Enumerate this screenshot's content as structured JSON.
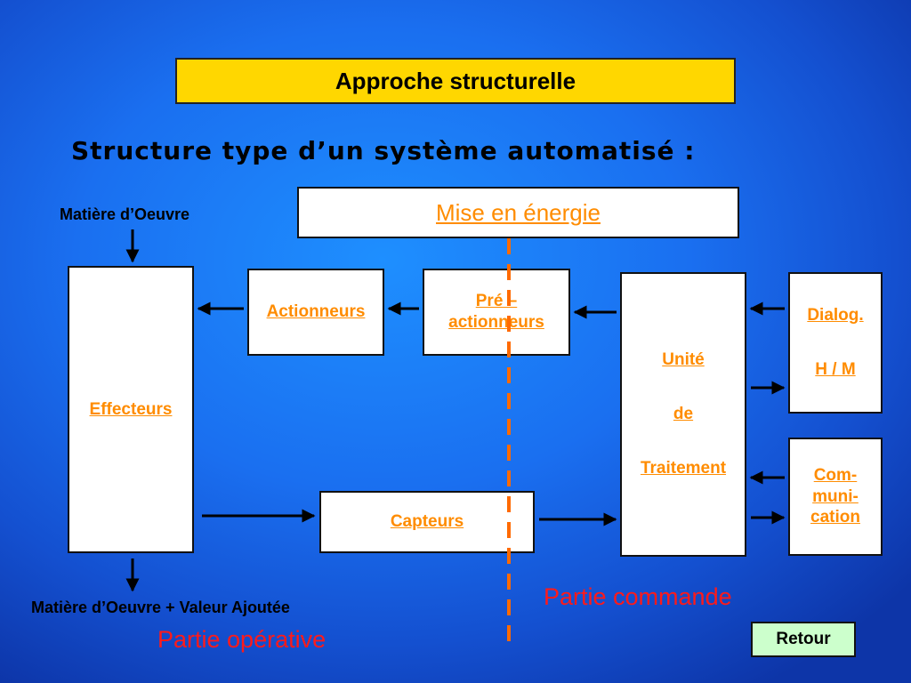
{
  "title": "Approche structurelle",
  "subtitle": "Structure type d’un système automatisé :",
  "input_label": "Matière d’Oeuvre",
  "output_label": "Matière d’Oeuvre + Valeur Ajoutée",
  "energy": "Mise en énergie",
  "effecteurs": "Effecteurs",
  "actionneurs": "Actionneurs",
  "pre_actionneurs": {
    "line1": "Pré –",
    "line2": "actionneurs"
  },
  "capteurs": "Capteurs",
  "unite": {
    "line1": "Unité",
    "line2": "de",
    "line3": "Traitement"
  },
  "dialog": {
    "line1": "Dialog.",
    "line2": "H / M"
  },
  "communication": {
    "line1": "Com-",
    "line2": "muni-",
    "line3": "cation"
  },
  "partie_commande": "Partie commande",
  "partie_operative": "Partie opérative",
  "retour": "Retour",
  "colors": {
    "link": "#ff8c00",
    "title_bg": "#ffd700",
    "red": "#ff1a1a",
    "retour_bg": "#ccffcc",
    "divider": "#ff6a00"
  }
}
